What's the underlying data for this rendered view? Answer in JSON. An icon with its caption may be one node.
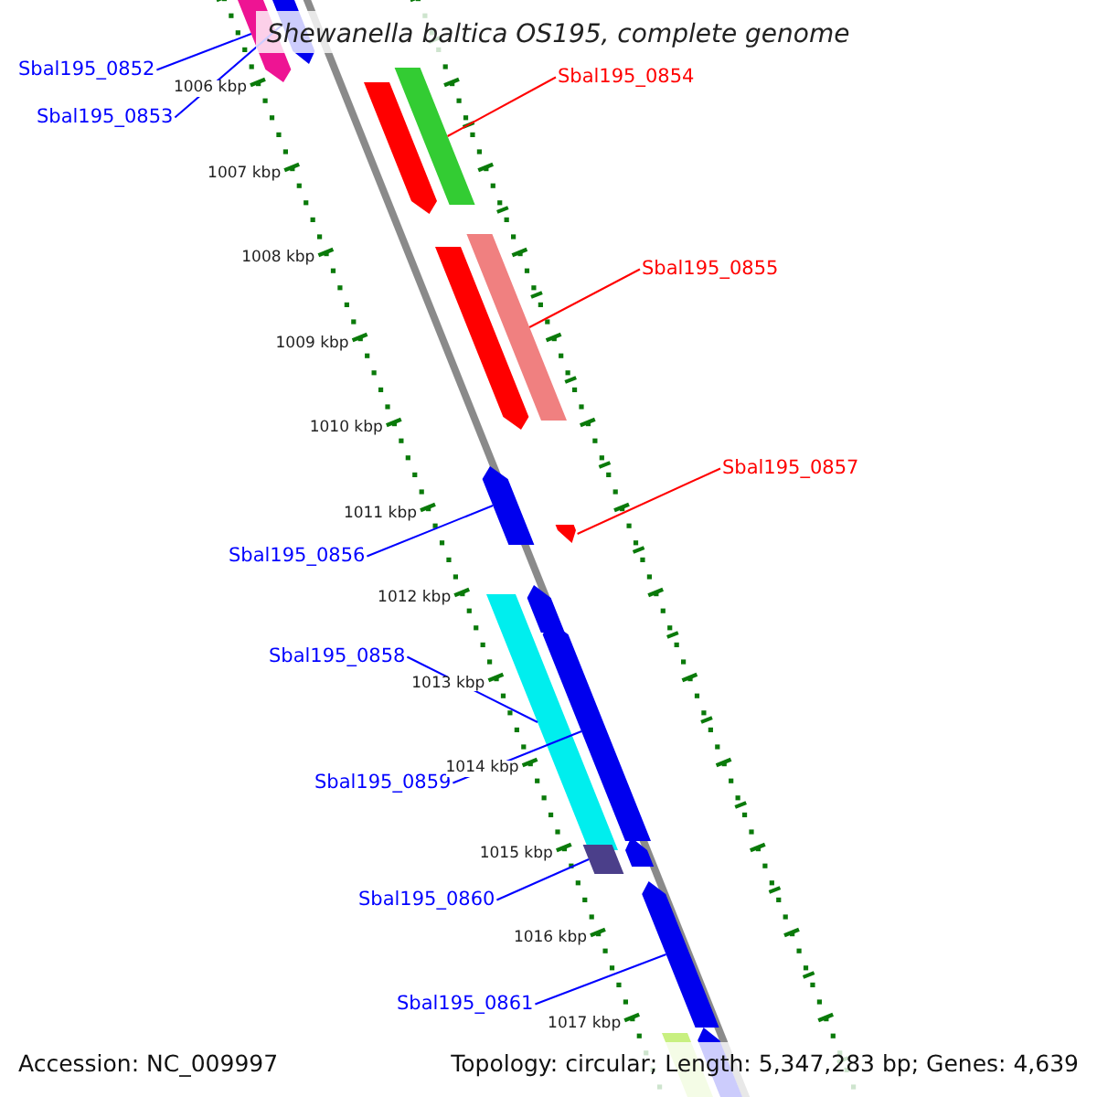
{
  "diagram": {
    "title": "Shewanella baltica OS195, complete genome",
    "nodes": [
      {
        "text": [
          "Sbal195_0852"
        ]
      },
      {
        "text": [
          "Sbal195_0854"
        ]
      },
      {
        "text": [
          "Sbal195_0853"
        ]
      },
      {
        "text": [
          "Sbal195_0855"
        ]
      },
      {
        "text": [
          "Sbal195_0857"
        ]
      },
      {
        "text": [
          "Sbal195_0856"
        ]
      },
      {
        "text": [
          "Sbal195_0858"
        ]
      },
      {
        "text": [
          "Sbal195_0859"
        ]
      },
      {
        "text": [
          "Sbal195_0860"
        ]
      },
      {
        "text": [
          "Sbal195_0861"
        ]
      },
      {
        "text": [],
        "shape": "bar"
      },
      {
        "text": [],
        "shape": "bar"
      },
      {
        "text": [],
        "shape": "bar"
      },
      {
        "text": [],
        "shape": "bar"
      },
      {
        "text": [],
        "shape": "bar"
      },
      {
        "text": [],
        "shape": "bar"
      },
      {
        "text": [],
        "shape": "bar"
      },
      {
        "text": [],
        "shape": "bar"
      },
      {
        "text": [],
        "shape": "bar"
      },
      {
        "text": [],
        "shape": "bar"
      },
      {
        "text": [],
        "shape": "bar"
      },
      {
        "text": [],
        "shape": "bar"
      },
      {
        "text": [],
        "shape": "bar"
      },
      {
        "text": [],
        "shape": "bar"
      },
      {
        "text": [],
        "shape": "bar"
      },
      {
        "text": [],
        "shape": "bar"
      }
    ],
    "edges": [
      {
        "from": 0,
        "to": 10,
        "arrow": "none"
      },
      {
        "from": 2,
        "to": 11,
        "arrow": "none"
      },
      {
        "from": 1,
        "to": 12,
        "arrow": "none",
        "color": "#ff0000"
      },
      {
        "from": 3,
        "to": 14,
        "arrow": "none",
        "color": "#ff0000"
      },
      {
        "from": 4,
        "to": 17,
        "arrow": "none",
        "color": "#ff0000"
      },
      {
        "from": 5,
        "to": 16,
        "arrow": "none"
      },
      {
        "from": 6,
        "to": 19,
        "arrow": "none"
      },
      {
        "from": 7,
        "to": 20,
        "arrow": "none"
      },
      {
        "from": 8,
        "to": 22,
        "arrow": "none"
      },
      {
        "from": 9,
        "to": 23,
        "arrow": "none"
      }
    ],
    "labels": [
      "1006 kbp",
      "1007 kbp",
      "1008 kbp",
      "1009 kbp",
      "1010 kbp",
      "1011 kbp",
      "1012 kbp",
      "1013 kbp",
      "1014 kbp",
      "1015 kbp",
      "1016 kbp",
      "1017 kbp",
      "Accession: NC_009997",
      "Topology: circular; Length: 5,347,283 bp; Genes: 4,639"
    ]
  }
}
